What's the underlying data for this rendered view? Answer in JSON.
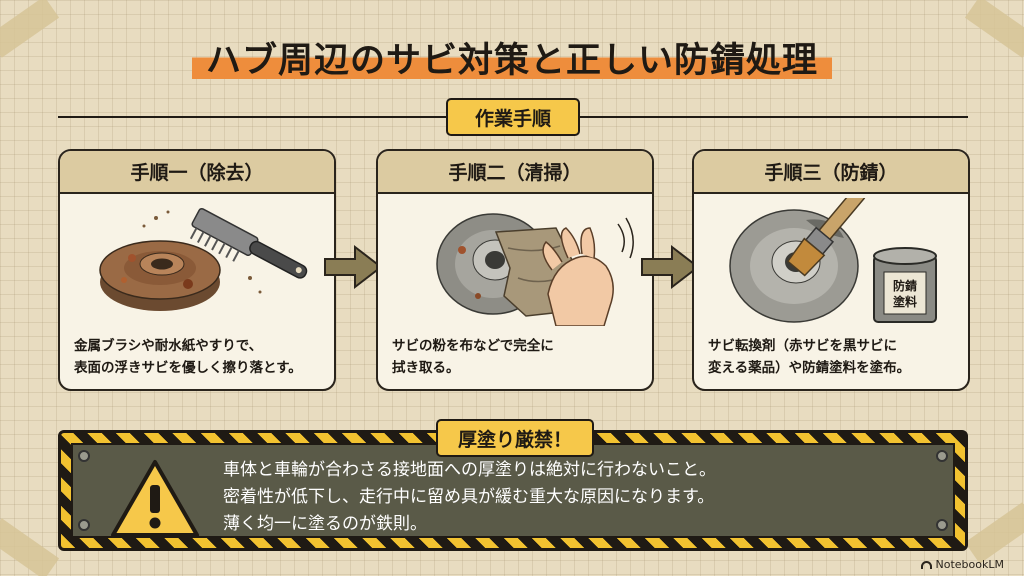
{
  "title": "ハブ周辺のサビ対策と正しい防錆処理",
  "section_label": "作業手順",
  "steps": [
    {
      "heading": "手順一（除去）",
      "text": "金属ブラシや耐水紙やすりで、\n表面の浮きサビを優しく擦り落とす。",
      "icon": "wire-brush-on-rusted-hub"
    },
    {
      "heading": "手順二（清掃）",
      "text": "サビの粉を布などで完全に\n拭き取る。",
      "icon": "hand-wiping-hub-with-cloth"
    },
    {
      "heading": "手順三（防錆）",
      "text": "サビ転換剤（赤サビを黒サビに\n変える薬品）や防錆塗料を塗布。",
      "icon": "paintbrush-and-paint-can"
    }
  ],
  "paint_can_label": "防錆\n塗料",
  "warning": {
    "label": "厚塗り厳禁！",
    "text": "車体と車輪が合わさる接地面への厚塗りは絶対に行わないこと。\n密着性が低下し、走行中に留め具が緩む重大な原因になります。\n薄く均一に塗るのが鉄則。",
    "icon": "warning-triangle-icon"
  },
  "watermark": "NotebookLM",
  "colors": {
    "background": "#e8dcc0",
    "title_highlight": "#ee8d3c",
    "label_yellow": "#f6c84a",
    "hazard_yellow": "#f2c230",
    "panel_dark": "#5a5a48",
    "arrow": "#8a7d55"
  }
}
